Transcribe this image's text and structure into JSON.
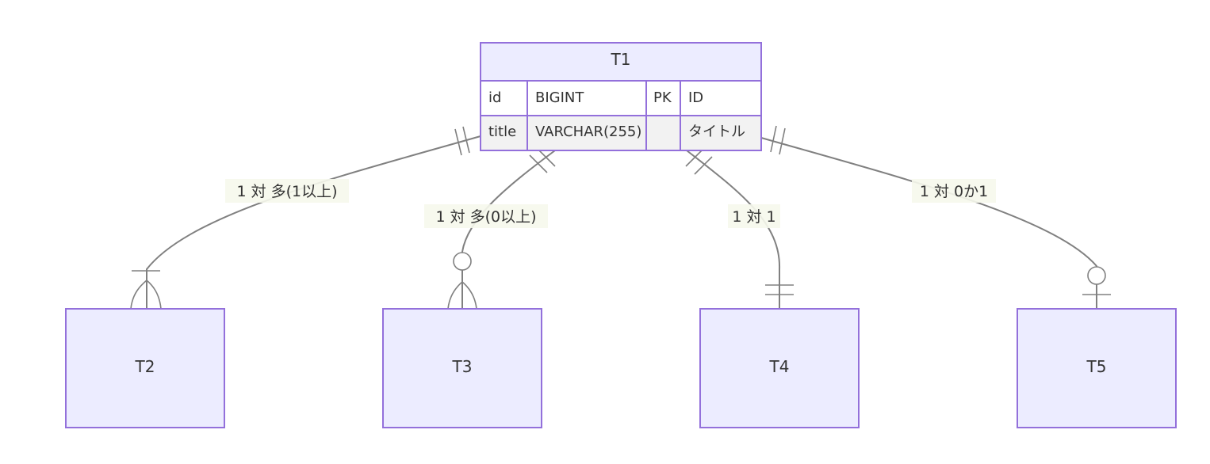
{
  "entities": {
    "t1": {
      "name": "T1",
      "attributes": [
        {
          "name": "id",
          "type": "BIGINT",
          "key": "PK",
          "comment": "ID"
        },
        {
          "name": "title",
          "type": "VARCHAR(255)",
          "key": "",
          "comment": "タイトル"
        }
      ]
    },
    "t2": {
      "name": "T2"
    },
    "t3": {
      "name": "T3"
    },
    "t4": {
      "name": "T4"
    },
    "t5": {
      "name": "T5"
    }
  },
  "relationships": {
    "r1": {
      "from": "T1",
      "to": "T2",
      "label": "1 対 多(1以上)",
      "cardinality_from": "exactly-one",
      "cardinality_to": "one-or-more"
    },
    "r2": {
      "from": "T1",
      "to": "T3",
      "label": "1 対 多(0以上)",
      "cardinality_from": "exactly-one",
      "cardinality_to": "zero-or-more"
    },
    "r3": {
      "from": "T1",
      "to": "T4",
      "label": "1 対 1",
      "cardinality_from": "exactly-one",
      "cardinality_to": "exactly-one"
    },
    "r4": {
      "from": "T1",
      "to": "T5",
      "label": "1 対 0か1",
      "cardinality_from": "exactly-one",
      "cardinality_to": "zero-or-one"
    }
  },
  "colors": {
    "entity_fill": "#ECECFF",
    "entity_stroke": "#9370DB",
    "line": "#808080",
    "text": "#333333",
    "label_background": "#f6f8ec"
  }
}
